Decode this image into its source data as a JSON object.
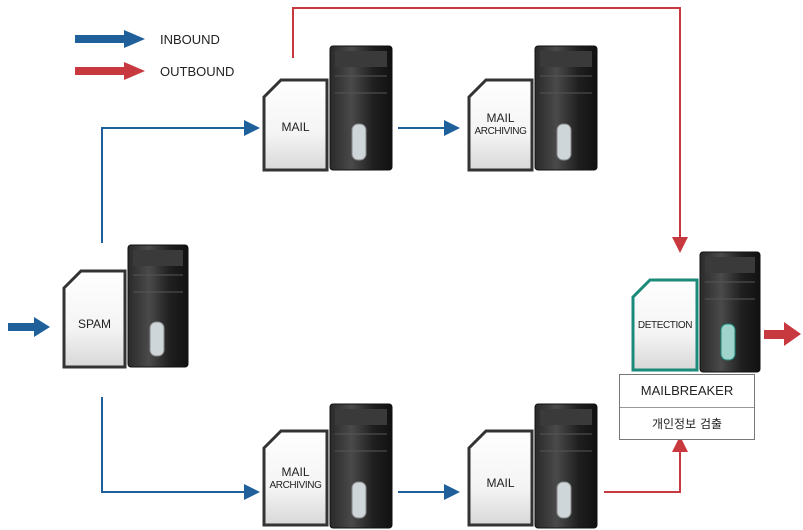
{
  "legend": {
    "inbound": {
      "label": "INBOUND",
      "color": "#1f5f9a"
    },
    "outbound": {
      "label": "OUTBOUND",
      "color": "#c8393f"
    }
  },
  "nodes": {
    "spam": {
      "label": "SPAM"
    },
    "mail_top": {
      "label": "MAIL"
    },
    "archiving_top": {
      "label_line1": "MAIL",
      "label_line2": "ARCHIVING"
    },
    "archiving_bottom": {
      "label_line1": "MAIL",
      "label_line2": "ARCHIVING"
    },
    "mail_bottom": {
      "label": "MAIL"
    },
    "detection": {
      "label": "DETECTION",
      "accent": "#1a8a7a"
    }
  },
  "product": {
    "name": "MAILBREAKER",
    "description": "개인정보 검출"
  }
}
